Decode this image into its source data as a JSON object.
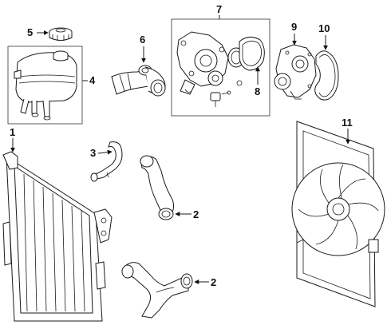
{
  "callouts": {
    "c1": "1",
    "c2a": "2",
    "c2b": "2",
    "c3": "3",
    "c4": "4",
    "c5": "5",
    "c6": "6",
    "c7": "7",
    "c8": "8",
    "c9": "9",
    "c10": "10",
    "c11": "11"
  },
  "colors": {
    "line": "#1a1a1a",
    "background": "#ffffff"
  }
}
